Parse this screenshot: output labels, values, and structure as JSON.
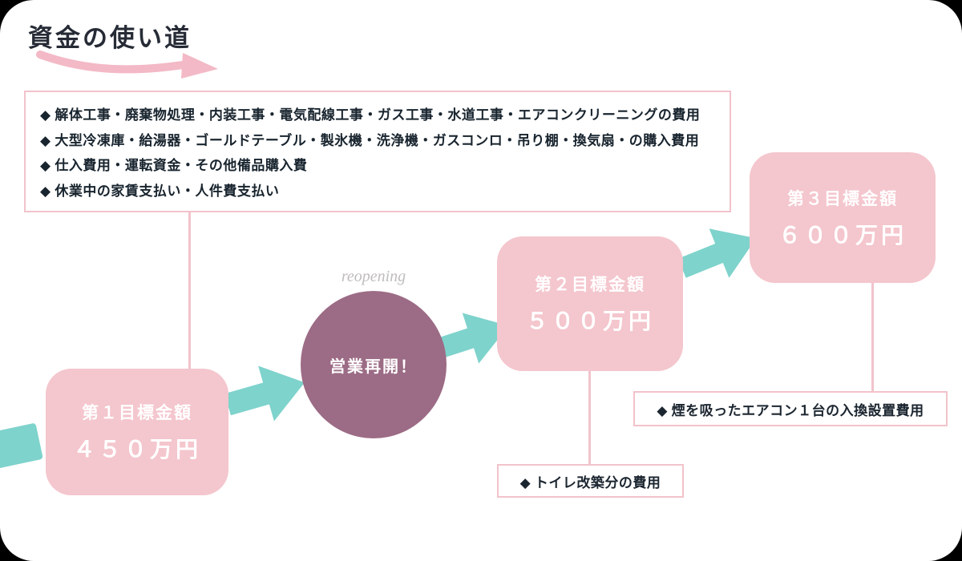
{
  "title": "資金の使い道",
  "funds_box": {
    "lines": [
      "◆ 解体工事・廃棄物処理・内装工事・電気配線工事・ガス工事・水道工事・エアコンクリーニングの費用",
      "◆ 大型冷凍庫・給湯器・ゴールドテーブル・製氷機・洗浄機・ガスコンロ・吊り棚・換気扇・の購入費用",
      "◆ 仕入費用・運転資金・その他備品購入費",
      "◆ 休業中の家賃支払い・人件費支払い"
    ]
  },
  "goal1": {
    "label": "第１目標金額",
    "amount": "４５０万円"
  },
  "goal2": {
    "label": "第２目標金額",
    "amount": "５００万円"
  },
  "goal3": {
    "label": "第３目標金額",
    "amount": "６００万円"
  },
  "circle": {
    "decorative_text": "reopening",
    "label": "営業再開！"
  },
  "note1": {
    "text": "◆ トイレ改築分の費用"
  },
  "note2": {
    "text": "◆ 煙を吸ったエアコン１台の入換設置費用"
  },
  "colors": {
    "goal_box_pink": "#f4c6cd",
    "border_pink": "#f2c3cb",
    "arrow_teal": "#7ed3cc",
    "circle_purple": "#9c6b85",
    "text_dark": "#1c2630",
    "text_white": "#ffffff",
    "script_gray": "#bfbcbc"
  }
}
